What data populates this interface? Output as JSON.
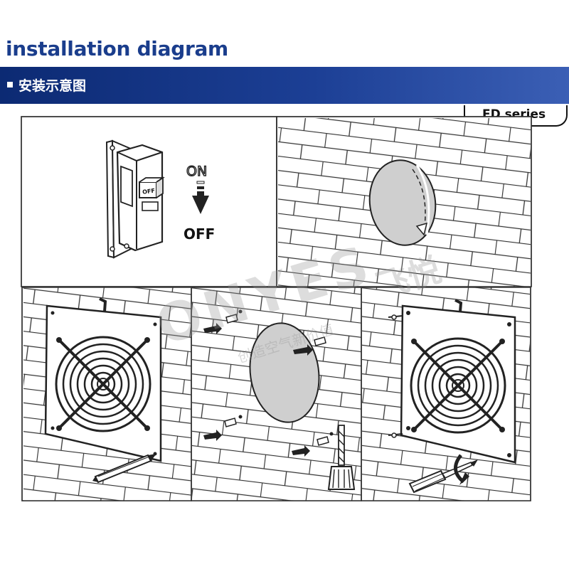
{
  "header": {
    "title": "installation diagram",
    "subtitle": "安装示意图",
    "series_tab": "FD series"
  },
  "panels": {
    "breaker": {
      "on_label": "ON",
      "off_label": "OFF",
      "switch_label": "OFF"
    }
  },
  "watermark": {
    "brand": "ONYES",
    "brand_cn": "飞悦",
    "slogan_cn": "创造空气新价值"
  },
  "colors": {
    "banner": "#1c3f95",
    "title": "#1a3d8c",
    "hole_fill": "#cfcfcf"
  }
}
